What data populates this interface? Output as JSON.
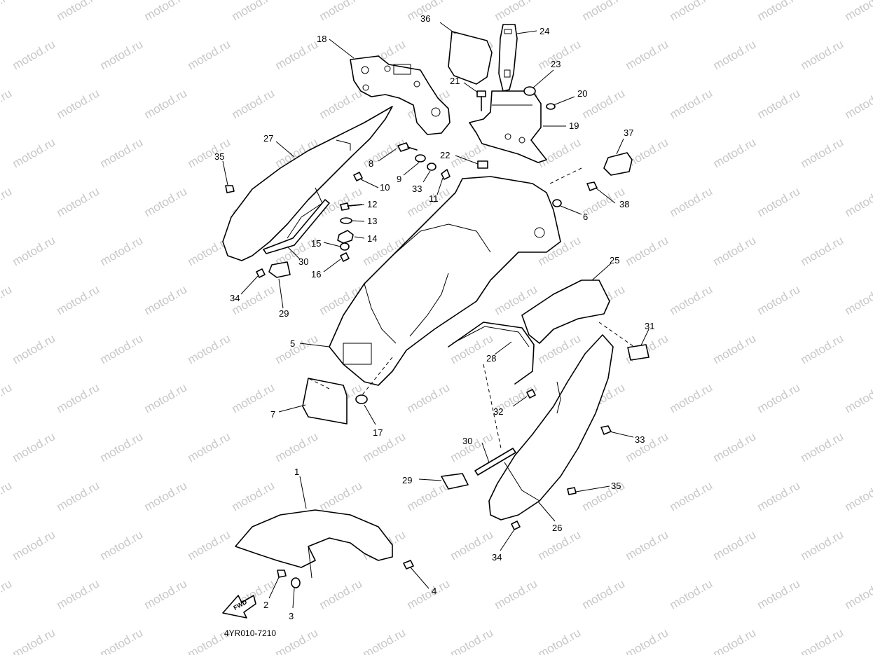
{
  "watermark": "motod.ru",
  "diagram_code": "4YR010-7210",
  "fwd_arrow": "FWD",
  "callouts": [
    "36",
    "24",
    "18",
    "23",
    "21",
    "20",
    "19",
    "27",
    "37",
    "8",
    "22",
    "35",
    "9",
    "10",
    "33",
    "11",
    "38",
    "6",
    "12",
    "13",
    "14",
    "15",
    "30",
    "16",
    "25",
    "34",
    "29",
    "31",
    "5",
    "28",
    "32",
    "7",
    "17",
    "33",
    "30",
    "29",
    "35",
    "1",
    "26",
    "34",
    "4",
    "2",
    "3"
  ]
}
